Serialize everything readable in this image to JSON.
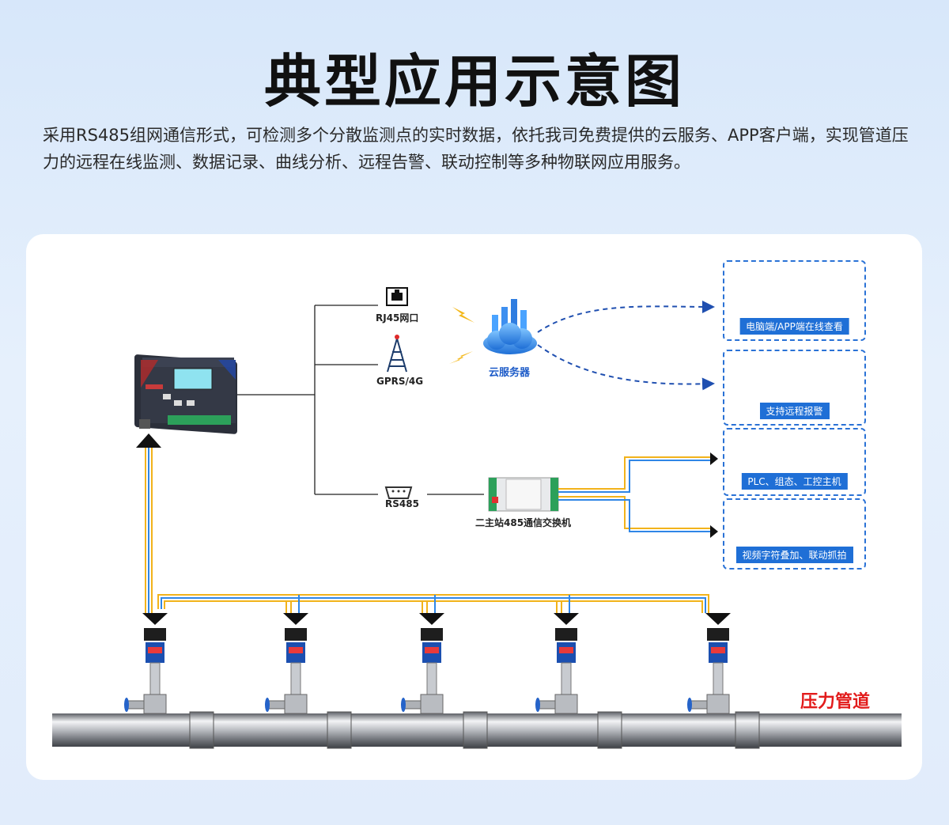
{
  "title": "典型应用示意图",
  "description": "采用RS485组网通信形式，可检测多个分散监测点的实时数据，依托我司免费提供的云服务、APP客户端，实现管道压力的远程在线监测、数据记录、曲线分析、远程告警、联动控制等多种物联网应用服务。",
  "diagram": {
    "links": {
      "rj45": "RJ45网口",
      "gprs": "GPRS/4G",
      "rs485": "RS485"
    },
    "cloud_label": "云服务器",
    "switch_label": "二主站485通信交换机",
    "outputs": [
      "电脑端/APP端在线查看",
      "支持远程报警",
      "PLC、组态、工控主机",
      "视频字符叠加、联动抓拍"
    ],
    "pipe_label": "压力管道",
    "transmitter_count": 5
  },
  "colors": {
    "accent_blue": "#1f6fd6",
    "pipe_label_red": "#e21b1b",
    "signal_yellow": "#f2b31b"
  }
}
